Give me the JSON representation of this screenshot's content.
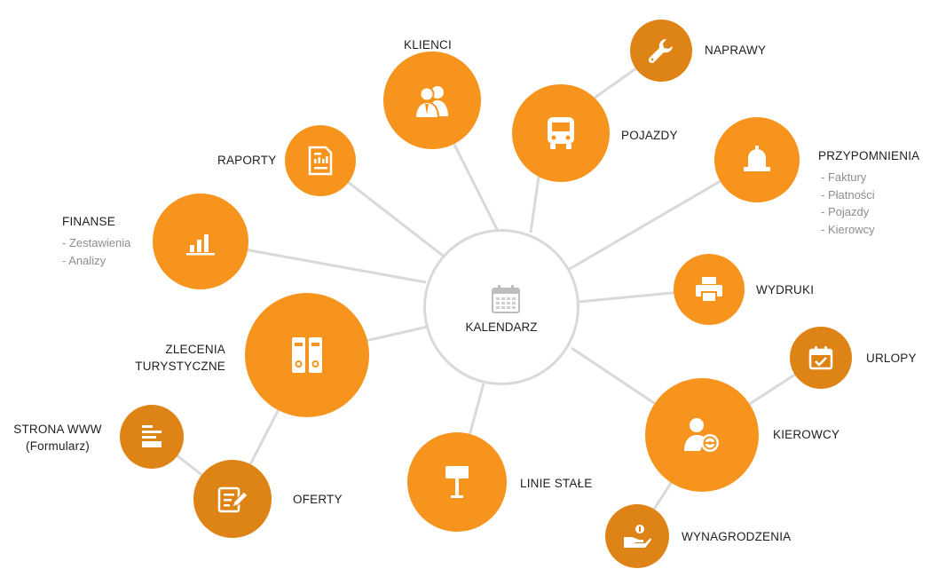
{
  "center": {
    "label": "KALENDARZ",
    "icon": "calendar-icon"
  },
  "colors": {
    "primary": "#f7941d",
    "dark": "#de8417",
    "line": "#d9d9d9",
    "sub_text": "#8d8d8d"
  },
  "nodes": {
    "klienci": {
      "label": "KLIENCI",
      "icon": "users-icon"
    },
    "naprawy": {
      "label": "NAPRAWY",
      "icon": "wrench-icon"
    },
    "pojazdy": {
      "label": "POJAZDY",
      "icon": "bus-icon"
    },
    "raporty": {
      "label": "RAPORTY",
      "icon": "report-icon"
    },
    "przypomnienia": {
      "label": "PRZYPOMNIENIA",
      "icon": "bell-icon",
      "items": [
        "- Faktury",
        "- Płatności",
        "- Pojazdy",
        "- Kierowcy"
      ]
    },
    "finanse": {
      "label": "FINANSE",
      "icon": "bar-chart-icon",
      "items": [
        "- Zestawienia",
        "- Analizy"
      ]
    },
    "wydruki": {
      "label": "WYDRUKI",
      "icon": "printer-icon"
    },
    "zlecenia": {
      "label_line1": "ZLECENIA",
      "label_line2": "TURYSTYCZNE",
      "icon": "binders-icon"
    },
    "urlopy": {
      "label": "URLOPY",
      "icon": "calendar-check-icon"
    },
    "strona": {
      "label_line1": "STRONA WWW",
      "label_line2": "(Formularz)",
      "icon": "form-icon"
    },
    "kierowcy": {
      "label": "KIEROWCY",
      "icon": "driver-icon"
    },
    "linie": {
      "label": "LINIE STAŁE",
      "icon": "signpost-icon"
    },
    "oferty": {
      "label": "OFERTY",
      "icon": "document-edit-icon"
    },
    "wynagrodzenia": {
      "label": "WYNAGRODZENIA",
      "icon": "salary-icon"
    }
  }
}
